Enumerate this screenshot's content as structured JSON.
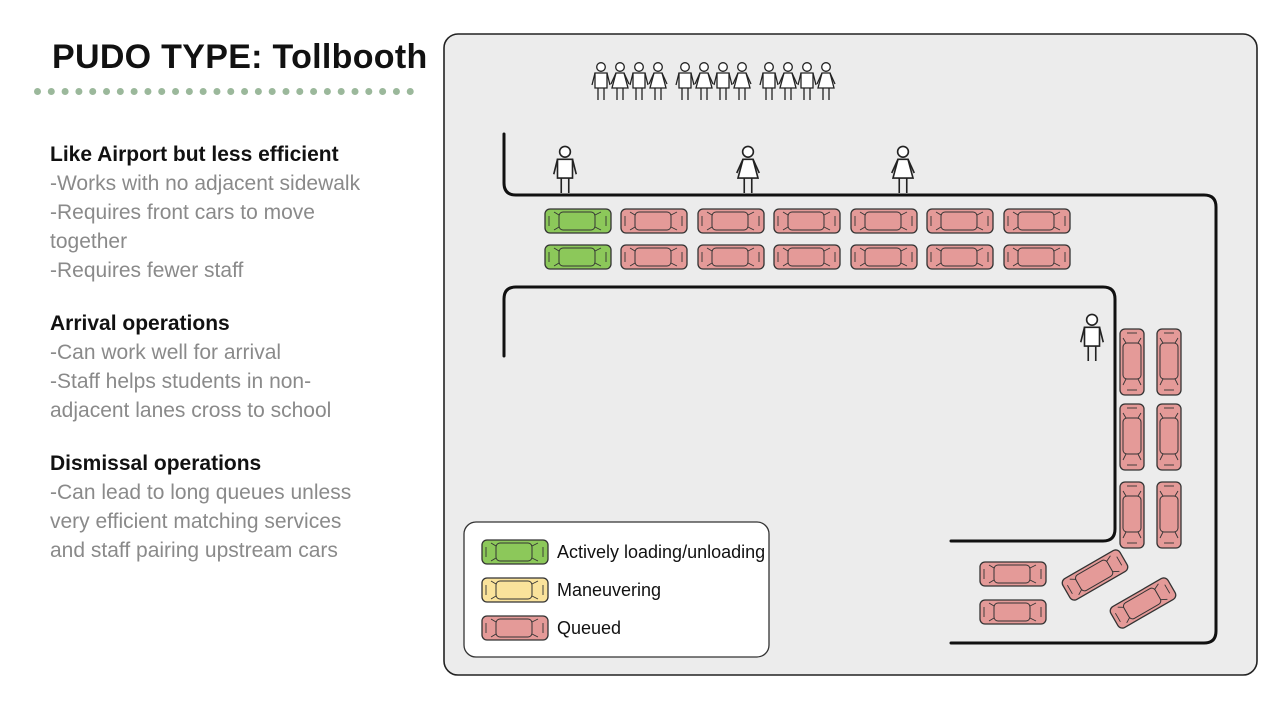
{
  "title": "PUDO TYPE: Tollbooth",
  "sections": [
    {
      "heading": "Like Airport but less efficient",
      "lines": [
        "-Works with no adjacent sidewalk",
        "-Requires front cars to move",
        "together",
        "-Requires fewer staff"
      ]
    },
    {
      "heading": "Arrival operations",
      "lines": [
        "-Can work well for arrival",
        "-Staff helps students in non-",
        "adjacent lanes cross to school"
      ]
    },
    {
      "heading": "Dismissal operations",
      "lines": [
        "-Can lead to long queues unless",
        "very efficient matching services",
        "and staff pairing upstream cars"
      ]
    }
  ],
  "legend": {
    "items": [
      {
        "label": "Actively loading/unloading",
        "color": "#8cc85a"
      },
      {
        "label": "Maneuvering",
        "color": "#fae39b"
      },
      {
        "label": "Queued",
        "color": "#e49a98"
      }
    ]
  },
  "colors": {
    "background": "#ececec",
    "active": "#8cc85a",
    "queued": "#e49a98",
    "maneuvering": "#fae39b",
    "divider": "#9bb89b"
  },
  "icons": {
    "student": "person-icon",
    "staff": "staff-person-icon",
    "car": "car-icon"
  }
}
